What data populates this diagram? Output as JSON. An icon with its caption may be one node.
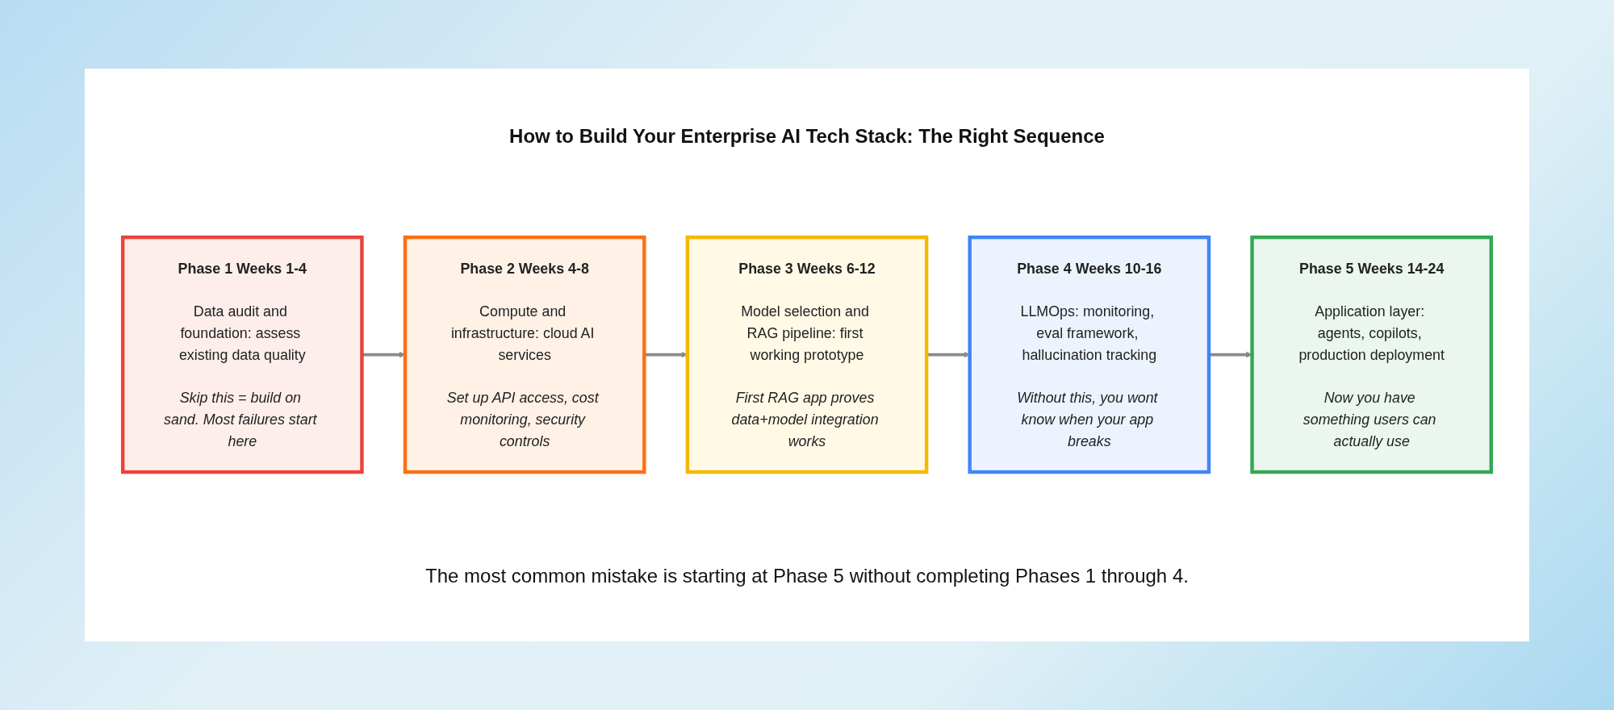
{
  "diagram": {
    "title": "How to Build Your Enterprise AI Tech Stack: The Right Sequence",
    "nodes": [
      {
        "text": [
          "Phase 1 Weeks 1-4",
          "Data audit and foundation: assess existing data quality",
          "Skip this = build on sand. Most failures start here"
        ]
      },
      {
        "text": [
          "Phase 2 Weeks 4-8",
          "Compute and infrastructure: cloud AI services",
          "Set up API access, cost monitoring, security controls"
        ]
      },
      {
        "text": [
          "Phase 3 Weeks 6-12",
          "Model selection and RAG pipeline: first working prototype",
          "First RAG app proves data+model integration works"
        ]
      },
      {
        "text": [
          "Phase 4 Weeks 10-16",
          "LLMOps: monitoring, eval framework, hallucination tracking",
          "Without this, you wont know when your app breaks"
        ]
      },
      {
        "text": [
          "Phase 5 Weeks 14-24",
          "Application layer: agents, copilots, production deployment",
          "Now you have something users can actually use"
        ]
      }
    ],
    "edges": [
      {
        "from": 0,
        "to": 1,
        "arrow": "to"
      },
      {
        "from": 1,
        "to": 2,
        "arrow": "to"
      },
      {
        "from": 2,
        "to": 3,
        "arrow": "to"
      },
      {
        "from": 3,
        "to": 4,
        "arrow": "to"
      }
    ],
    "caption": "The most common mistake is starting at Phase 5 without completing Phases 1 through 4."
  }
}
